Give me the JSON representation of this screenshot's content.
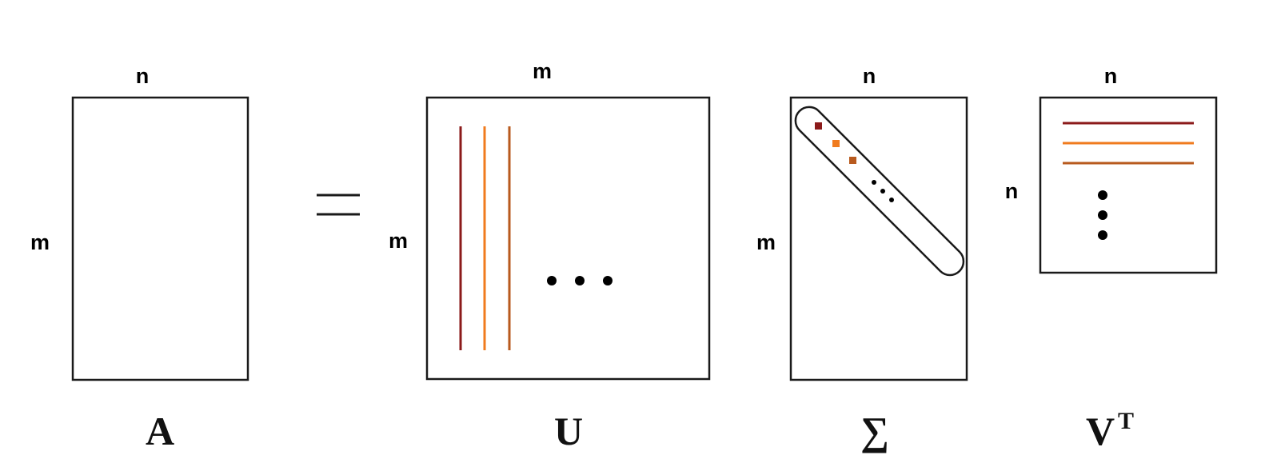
{
  "colors": {
    "first": "#8b1a1a",
    "second": "#f07b1e",
    "third": "#b85a1e",
    "frame": "#1a1a1a"
  },
  "matrix_a": {
    "name": "A",
    "top_label": "n",
    "side_label": "m"
  },
  "equals_sign": "=",
  "matrix_u": {
    "name": "U",
    "top_label": "m",
    "side_label": "m"
  },
  "matrix_sigma": {
    "name": "∑",
    "top_label": "n",
    "side_label": "m"
  },
  "matrix_vt": {
    "name": "V",
    "superscript": "T",
    "top_label": "n",
    "side_label": "n"
  }
}
